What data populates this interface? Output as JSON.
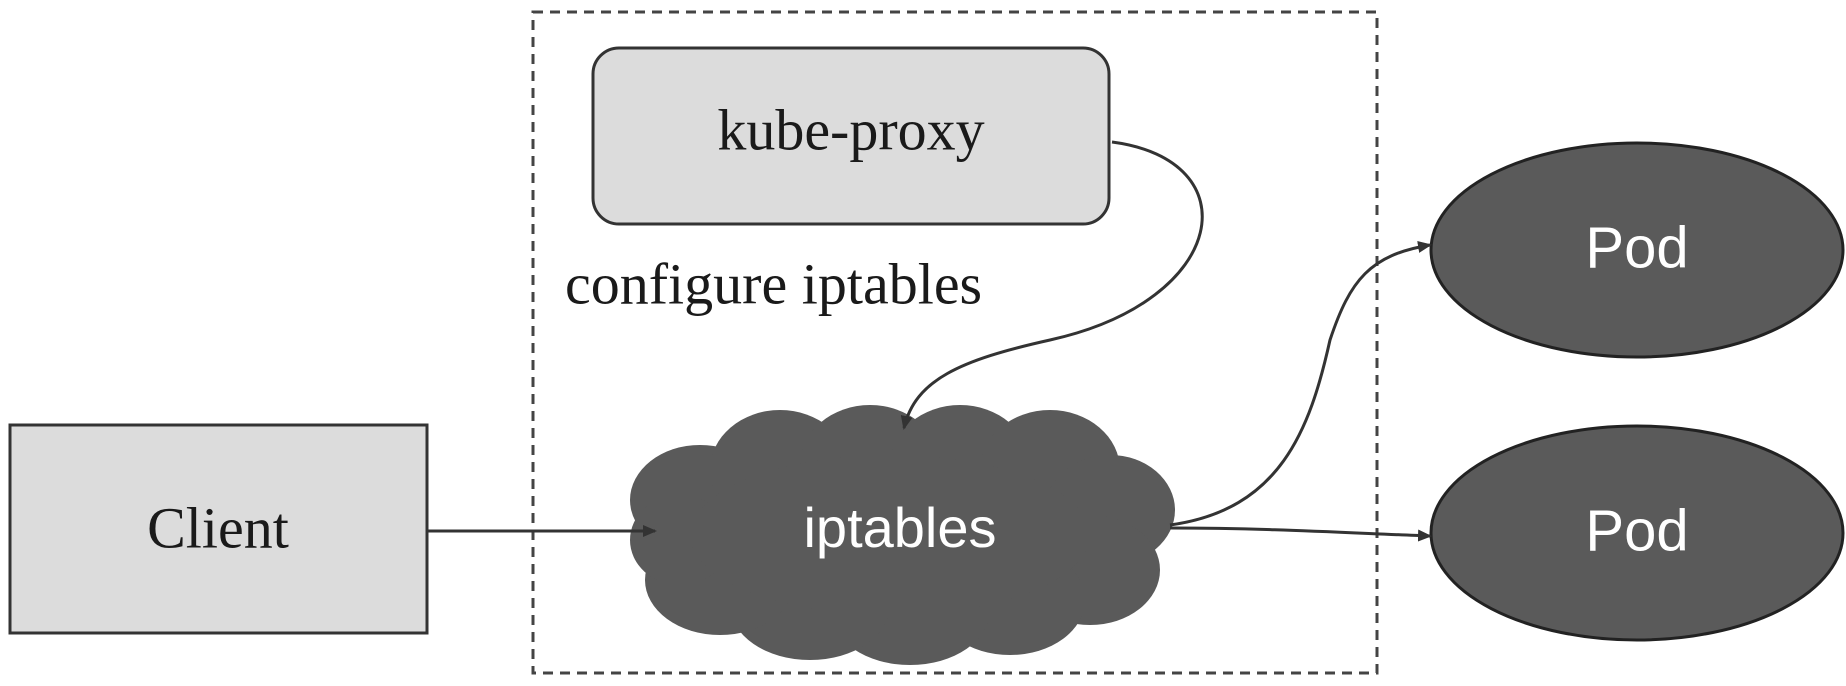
{
  "nodes": {
    "kube_proxy": "kube-proxy",
    "client": "Client",
    "iptables": "iptables",
    "pod_top": "Pod",
    "pod_bottom": "Pod"
  },
  "edges": {
    "configure_label": "configure iptables"
  },
  "colors": {
    "light_fill": "#dcdcdc",
    "dark_fill": "#5a5a5a",
    "outline": "#333333",
    "text_dark": "#1a1a1a",
    "text_light": "#ffffff"
  }
}
